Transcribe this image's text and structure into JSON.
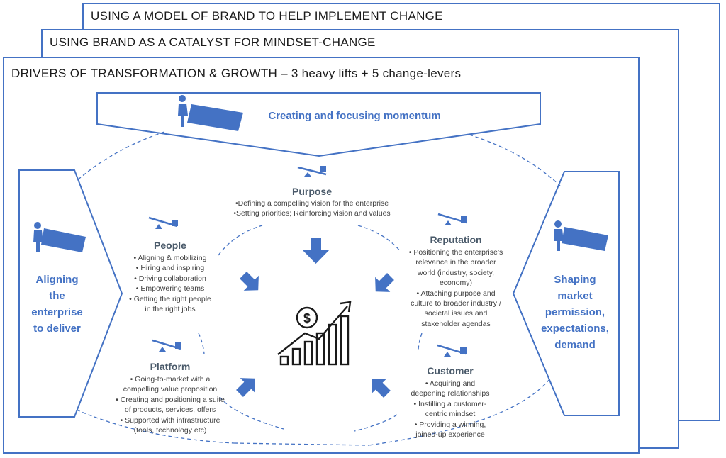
{
  "layers": {
    "back_title": "USING A MODEL OF BRAND TO HELP IMPLEMENT CHANGE",
    "middle_title": "USING BRAND AS A CATALYST FOR MINDSET-CHANGE",
    "front_title": "DRIVERS OF TRANSFORMATION & GROWTH – 3 heavy lifts + 5 change-levers"
  },
  "heavy_lifts": {
    "top": "Creating and  focusing momentum",
    "left": [
      "Aligning",
      "the",
      "enterprise",
      "to deliver"
    ],
    "right": [
      "Shaping",
      "market",
      "permission,",
      "expectations,",
      "demand"
    ]
  },
  "levers": {
    "purpose": {
      "title": "Purpose",
      "bullets": [
        "•Defining a compelling vision for the enterprise",
        "•Setting priorities; Reinforcing vision and values"
      ]
    },
    "people": {
      "title": "People",
      "bullets": [
        "• Aligning & mobilizing",
        "• Hiring and inspiring",
        "• Driving collaboration",
        "• Empowering teams",
        "• Getting the right people",
        "in the right jobs"
      ]
    },
    "reputation": {
      "title": "Reputation",
      "bullets": [
        "• Positioning the enterprise’s",
        "relevance in the broader",
        "world (industry, society,",
        "economy)",
        "• Attaching purpose and",
        "culture to broader industry /",
        "societal issues and",
        "stakeholder agendas"
      ]
    },
    "platform": {
      "title": "Platform",
      "bullets": [
        "• Going-to-market with a",
        "compelling value proposition",
        "• Creating and positioning a suite",
        "of products, services, offers",
        "• Supported with  infrastructure",
        "(tools, technology etc)"
      ]
    },
    "customer": {
      "title": "Customer",
      "bullets": [
        "• Acquiring and",
        "deepening relationships",
        "• Instilling a customer-",
        "centric mindset",
        "• Providing a winning,",
        "joined-up experience"
      ]
    }
  },
  "icons": {
    "center": "growth-chart-dollar-icon",
    "lever": "seesaw-lever-icon",
    "lift": "person-pushing-block-icon"
  },
  "colors": {
    "accent": "#4472c4",
    "text": "#404040",
    "heading": "#4a5a6a"
  }
}
